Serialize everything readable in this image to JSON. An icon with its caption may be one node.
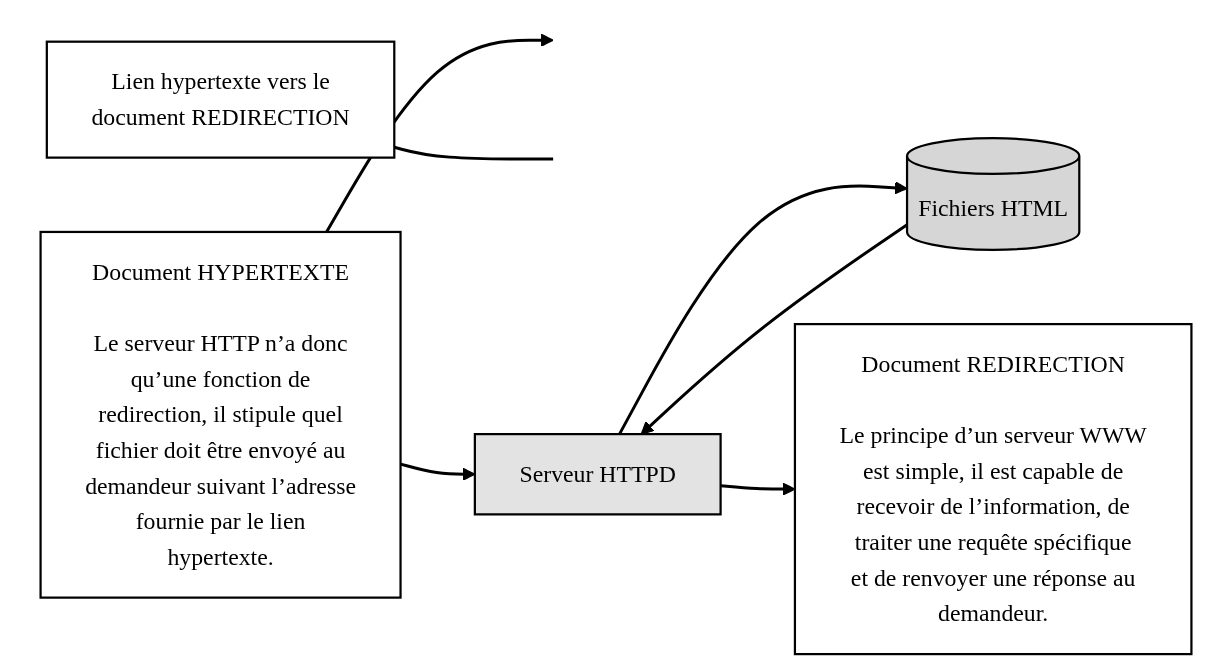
{
  "diagram": {
    "nodes": [
      {
        "text": [
          "Lien hypertexte vers le document REDIRECTION"
        ]
      },
      {
        "text": [
          "Document HYPERTEXTE",
          "Le serveur HTTP n’a donc qu’une fonction de redirection, il stipule quel fichier doit être envoyé au demandeur suivant l’adresse fournie par le lien hypertexte."
        ]
      },
      {
        "text": [
          "Serveur HTTPD"
        ]
      },
      {
        "text": [
          "Fichiers HTML"
        ]
      },
      {
        "text": [
          "Document REDIRECTION",
          "Le principe d’un serveur WWW est simple, il est capable de recevoir de l’information, de traiter une requête spécifique et de renvoyer une réponse au demandeur."
        ]
      }
    ],
    "edges": [
      {
        "from": 0,
        "to": null,
        "arrow": "none"
      },
      {
        "from": 1,
        "to": 2,
        "arrow": "to"
      },
      {
        "from": 1,
        "to": null,
        "arrow": "to"
      },
      {
        "from": 2,
        "to": 3,
        "arrow": "to"
      },
      {
        "from": 3,
        "to": 2,
        "arrow": "to"
      },
      {
        "from": 2,
        "to": 4,
        "arrow": "to"
      }
    ]
  }
}
